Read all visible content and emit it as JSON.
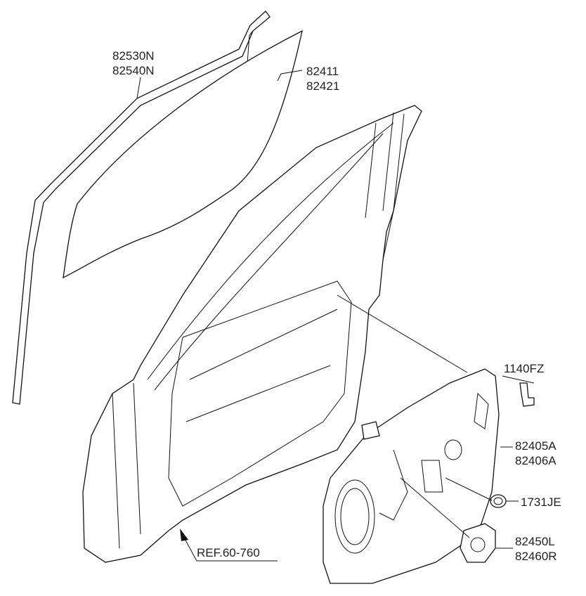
{
  "diagram": {
    "title": "Front Door Panel, Glass, Regulator",
    "callouts": [
      {
        "id": "run-channel",
        "lines": [
          "82530N",
          "82540N"
        ]
      },
      {
        "id": "door-glass",
        "lines": [
          "82411",
          "82421"
        ]
      },
      {
        "id": "bolt",
        "lines": [
          "1140FZ"
        ]
      },
      {
        "id": "module-panel",
        "lines": [
          "82405A",
          "82406A"
        ]
      },
      {
        "id": "grommet",
        "lines": [
          "1731JE"
        ]
      },
      {
        "id": "regulator-motor",
        "lines": [
          "82450L",
          "82460R"
        ]
      }
    ],
    "reference": "REF.60-760"
  }
}
